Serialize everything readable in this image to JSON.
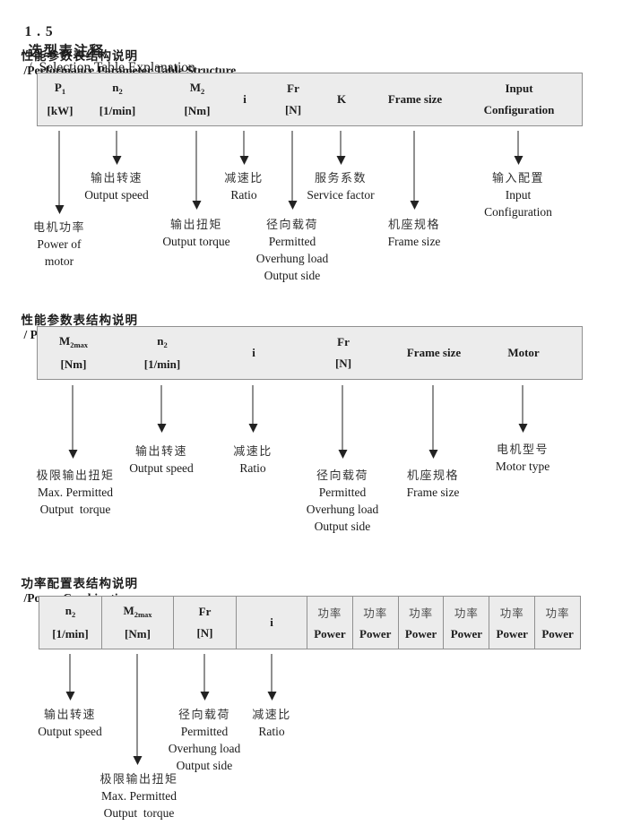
{
  "page_title": {
    "number": "1 . 5",
    "zh": "选型表注释",
    "en": "/  Selection Table Explanation"
  },
  "colors": {
    "table_bg": "#ececec",
    "table_border": "#909090",
    "text": "#1c1c1c"
  },
  "sections": [
    {
      "heading_zh": "性能参数表结构说明",
      "heading_en": "/Performance Parameter Table Structure",
      "callouts": [
        {
          "zh": "电机功率",
          "en1": "Power of",
          "en2": "motor"
        },
        {
          "zh": "输出转速",
          "en1": "Output speed"
        },
        {
          "zh": "输出扭矩",
          "en1": "Output torque"
        },
        {
          "zh": "减速比",
          "en1": "Ratio"
        },
        {
          "zh": "径向载荷",
          "en1": "Permitted",
          "en2": "Overhung load",
          "en3": "Output side"
        },
        {
          "zh": "服务系数",
          "en1": "Service factor"
        },
        {
          "zh": "机座规格",
          "en1": "Frame size"
        },
        {
          "zh": "输入配置",
          "en1": "Input",
          "en2": "Configuration"
        }
      ]
    },
    {
      "heading_zh": "性能参数表结构说明",
      "heading_en": "/ Performance Parameter Table Structure",
      "callouts": [
        {
          "zh": "极限输出扭矩",
          "en1": "Max. Permitted",
          "en2": "Output  torque"
        },
        {
          "zh": "输出转速",
          "en1": "Output speed"
        },
        {
          "zh": "减速比",
          "en1": "Ratio"
        },
        {
          "zh": "径向载荷",
          "en1": "Permitted",
          "en2": "Overhung load",
          "en3": "Output side"
        },
        {
          "zh": "机座规格",
          "en1": "Frame size"
        },
        {
          "zh": "电机型号",
          "en1": "Motor type"
        }
      ]
    },
    {
      "heading_zh": "功率配置表结构说明",
      "heading_en": "/Power Combination",
      "callouts": [
        {
          "zh": "输出转速",
          "en1": "Output speed"
        },
        {
          "zh": "极限输出扭矩",
          "en1": "Max. Permitted",
          "en2": "Output  torque"
        },
        {
          "zh": "径向载荷",
          "en1": "Permitted",
          "en2": "Overhung load",
          "en3": "Output side"
        },
        {
          "zh": "减速比",
          "en1": "Ratio"
        }
      ]
    }
  ],
  "tables": [
    {
      "columns": [
        {
          "base": "P",
          "sub": "1",
          "unit": "[kW]"
        },
        {
          "base": "n",
          "sub": "2",
          "unit": "[1/min]"
        },
        {
          "base": "M",
          "sub": "2",
          "unit": "[Nm]"
        },
        {
          "base": "i"
        },
        {
          "base": "Fr",
          "unit": "[N]"
        },
        {
          "base": "K"
        },
        {
          "base": "Frame size"
        },
        {
          "base": "Input",
          "unit": "Configuration"
        }
      ]
    },
    {
      "columns": [
        {
          "base": "M",
          "sub": "2max",
          "unit": "[Nm]"
        },
        {
          "base": "n",
          "sub": "2",
          "unit": "[1/min]"
        },
        {
          "base": "i"
        },
        {
          "base": "Fr",
          "unit": "[N]"
        },
        {
          "base": "Frame size"
        },
        {
          "base": "Motor"
        }
      ]
    },
    {
      "columns": [
        {
          "base": "n",
          "sub": "2",
          "unit": "[1/min]"
        },
        {
          "base": "M",
          "sub": "2max",
          "unit": "[Nm]"
        },
        {
          "base": "Fr",
          "unit": "[N]"
        },
        {
          "base": "i"
        },
        {
          "zh": "功率",
          "en": "Power"
        },
        {
          "zh": "功率",
          "en": "Power"
        },
        {
          "zh": "功率",
          "en": "Power"
        },
        {
          "zh": "功率",
          "en": "Power"
        },
        {
          "zh": "功率",
          "en": "Power"
        },
        {
          "zh": "功率",
          "en": "Power"
        }
      ]
    }
  ]
}
